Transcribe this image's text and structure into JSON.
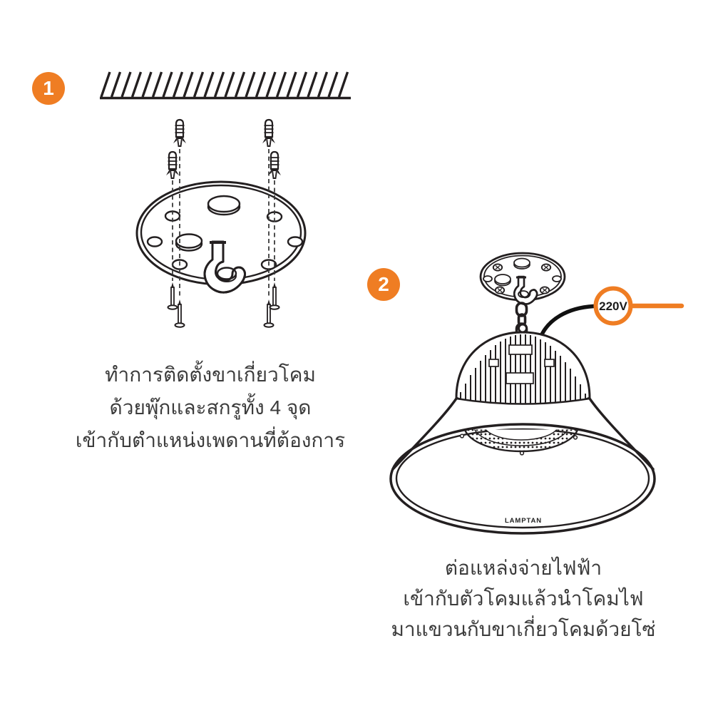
{
  "colors": {
    "accent_orange": "#EF7D23",
    "line_color": "#231F20",
    "caption_text_color": "#3C3C3C",
    "background": "#FFFFFF"
  },
  "steps": [
    {
      "number": "1",
      "caption_lines": [
        "ทำการติดตั้งขาเกี่ยวโคม",
        "ด้วยพุ๊กและสกรูทั้ง 4 จุด",
        "เข้ากับตำแหน่งเพดานที่ต้องการ"
      ],
      "icons": [
        "ceiling-hatch",
        "wall-anchor-icon",
        "guide-dashed-line",
        "mount-plate",
        "ceiling-hook-icon",
        "screw-icon"
      ]
    },
    {
      "number": "2",
      "caption_lines": [
        "ต่อแหล่งจ่ายไฟฟ้า",
        "เข้ากับตัวโคมแล้วนำโคมไฟ",
        "มาแขวนกับขาเกี่ยวโคมด้วยโซ่"
      ],
      "icons": [
        "mount-plate",
        "ceiling-hook-icon",
        "chain-icon",
        "highbay-lamp-icon",
        "power-cable-icon",
        "voltage-callout"
      ]
    }
  ],
  "labels": {
    "voltage": "220V",
    "brand": "LAMPTAN"
  }
}
